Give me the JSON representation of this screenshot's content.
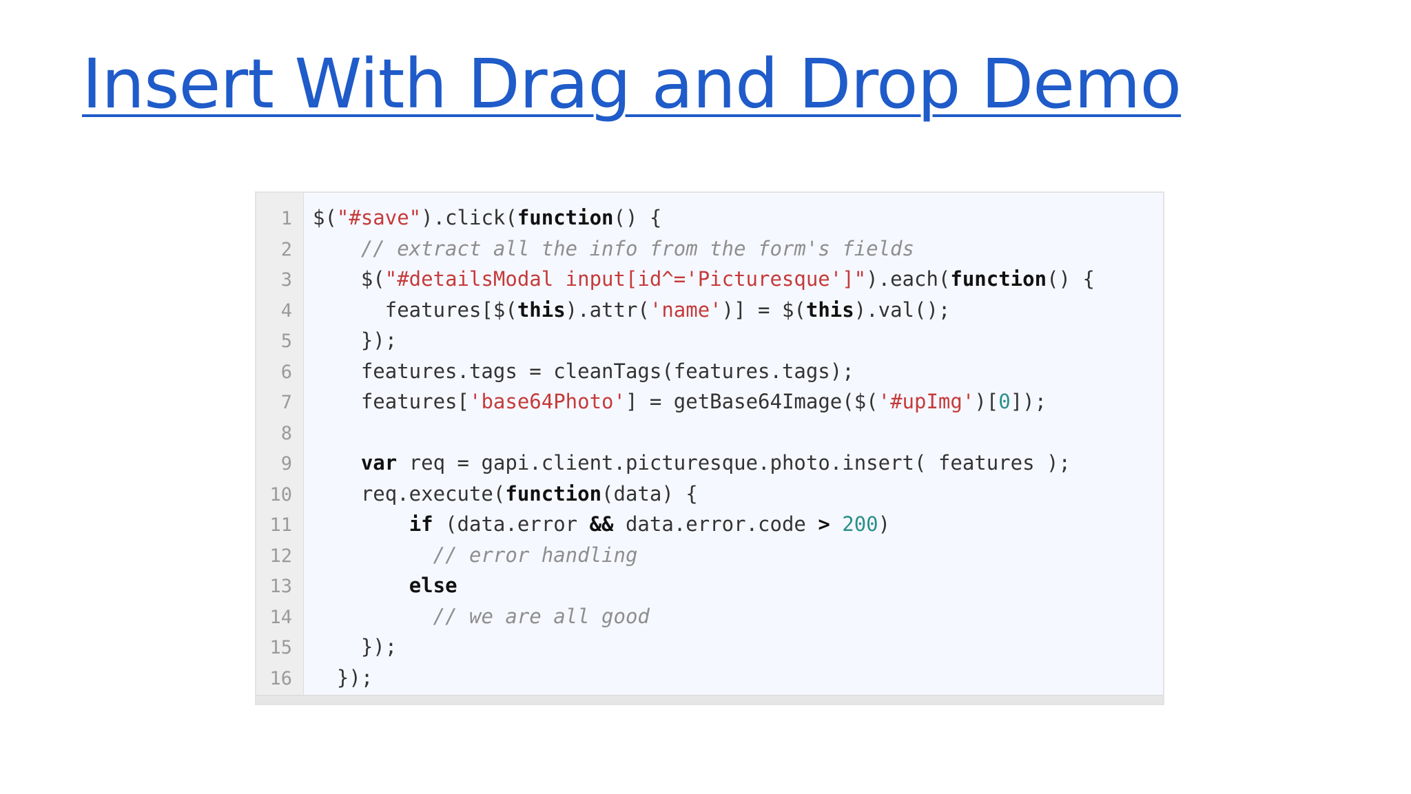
{
  "slide": {
    "title": "Insert With Drag and Drop Demo"
  },
  "code": {
    "lines": [
      {
        "num": "1",
        "tokens": [
          [
            "pl",
            "$("
          ],
          [
            "str",
            "\"#save\""
          ],
          [
            "pl",
            ").click("
          ],
          [
            "kw",
            "function"
          ],
          [
            "pl",
            "() {"
          ]
        ]
      },
      {
        "num": "2",
        "tokens": [
          [
            "pl",
            "    "
          ],
          [
            "cmt",
            "// extract all the info from the form's fields"
          ]
        ]
      },
      {
        "num": "3",
        "tokens": [
          [
            "pl",
            "    $("
          ],
          [
            "str",
            "\"#detailsModal input[id^='Picturesque']\""
          ],
          [
            "pl",
            ").each("
          ],
          [
            "kw",
            "function"
          ],
          [
            "pl",
            "() {"
          ]
        ]
      },
      {
        "num": "4",
        "tokens": [
          [
            "pl",
            "      features[$("
          ],
          [
            "kw",
            "this"
          ],
          [
            "pl",
            ").attr("
          ],
          [
            "str",
            "'name'"
          ],
          [
            "pl",
            ")] = $("
          ],
          [
            "kw",
            "this"
          ],
          [
            "pl",
            ").val();"
          ]
        ]
      },
      {
        "num": "5",
        "tokens": [
          [
            "pl",
            "    });"
          ]
        ]
      },
      {
        "num": "6",
        "tokens": [
          [
            "pl",
            "    features.tags = cleanTags(features.tags);"
          ]
        ]
      },
      {
        "num": "7",
        "tokens": [
          [
            "pl",
            "    features["
          ],
          [
            "str",
            "'base64Photo'"
          ],
          [
            "pl",
            "] = getBase64Image($("
          ],
          [
            "str",
            "'#upImg'"
          ],
          [
            "pl",
            ")["
          ],
          [
            "num",
            "0"
          ],
          [
            "pl",
            "]);"
          ]
        ]
      },
      {
        "num": "8",
        "tokens": []
      },
      {
        "num": "9",
        "tokens": [
          [
            "pl",
            "    "
          ],
          [
            "kw",
            "var"
          ],
          [
            "pl",
            " req = gapi.client.picturesque.photo.insert( features );"
          ]
        ]
      },
      {
        "num": "10",
        "tokens": [
          [
            "pl",
            "    req.execute("
          ],
          [
            "kw",
            "function"
          ],
          [
            "pl",
            "(data) {"
          ]
        ]
      },
      {
        "num": "11",
        "tokens": [
          [
            "pl",
            "        "
          ],
          [
            "kw",
            "if"
          ],
          [
            "pl",
            " (data.error "
          ],
          [
            "kw",
            "&&"
          ],
          [
            "pl",
            " data.error.code "
          ],
          [
            "kw",
            ">"
          ],
          [
            "pl",
            " "
          ],
          [
            "num",
            "200"
          ],
          [
            "pl",
            ")"
          ]
        ]
      },
      {
        "num": "12",
        "tokens": [
          [
            "pl",
            "          "
          ],
          [
            "cmt",
            "// error handling"
          ]
        ]
      },
      {
        "num": "13",
        "tokens": [
          [
            "pl",
            "        "
          ],
          [
            "kw",
            "else"
          ]
        ]
      },
      {
        "num": "14",
        "tokens": [
          [
            "pl",
            "          "
          ],
          [
            "cmt",
            "// we are all good"
          ]
        ]
      },
      {
        "num": "15",
        "tokens": [
          [
            "pl",
            "    });"
          ]
        ]
      },
      {
        "num": "16",
        "tokens": [
          [
            "pl",
            "  });"
          ]
        ]
      }
    ]
  }
}
